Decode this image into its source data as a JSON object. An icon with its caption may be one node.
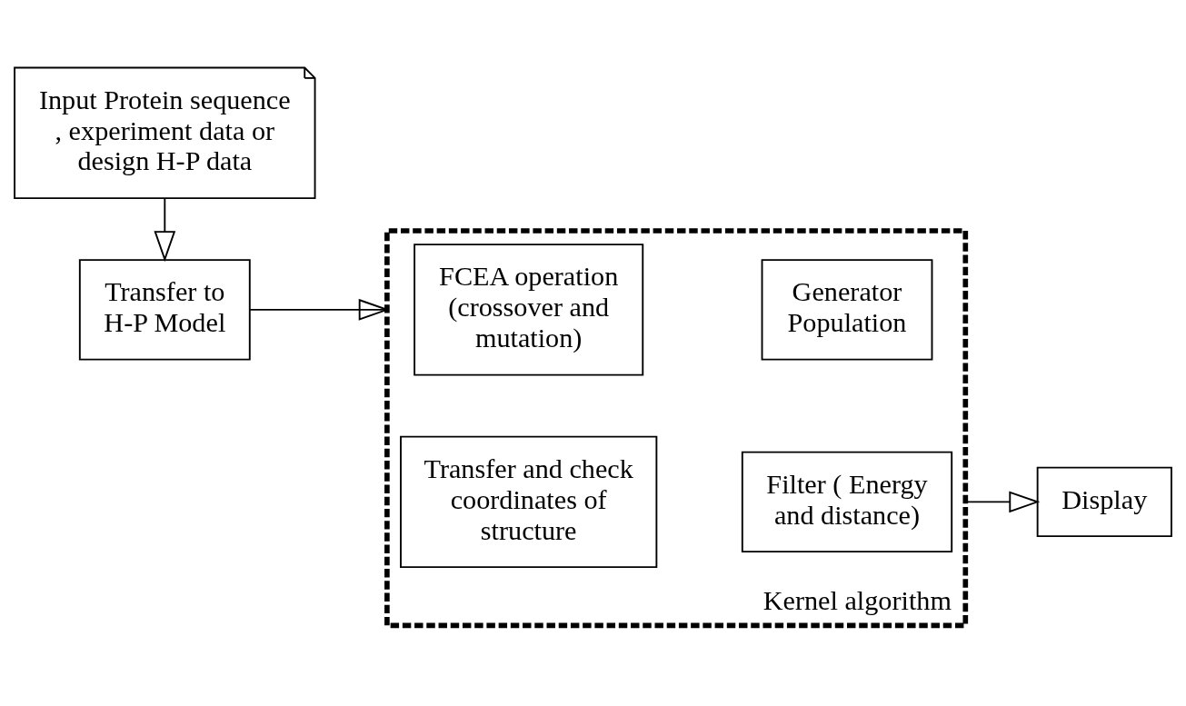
{
  "diagram": {
    "nodes": [
      {
        "text": [
          "Input Protein sequence , experiment data or design H-P data"
        ]
      },
      {
        "text": [
          "Transfer to H-P Model"
        ]
      },
      {
        "text": [
          "Kernel algorithm"
        ]
      },
      {
        "text": [
          "FCEA operation (crossover and mutation)"
        ],
        "in": 2
      },
      {
        "text": [
          "Generator Population"
        ],
        "in": 2
      },
      {
        "text": [
          "Transfer and check coordinates of structure"
        ],
        "in": 2
      },
      {
        "text": [
          "Filter ( Energy and distance)"
        ],
        "in": 2
      },
      {
        "text": [
          "Display"
        ]
      }
    ],
    "edges": [
      {
        "from": 0,
        "to": 1,
        "arrow": "to"
      },
      {
        "from": 1,
        "to": 2,
        "arrow": "to"
      },
      {
        "from": 2,
        "to": 7,
        "arrow": "to"
      }
    ]
  }
}
